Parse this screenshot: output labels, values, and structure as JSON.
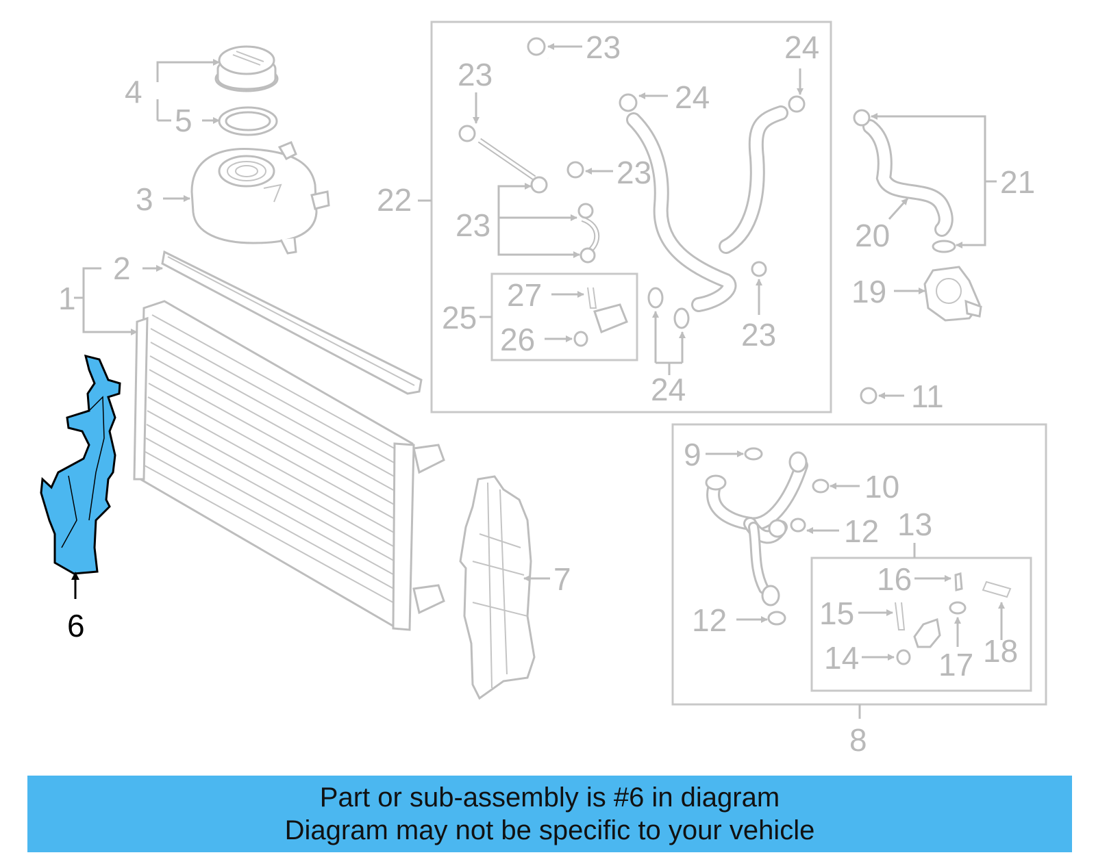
{
  "colors": {
    "highlight": "#4bb7f0",
    "line_gray": "#bdbdbd",
    "label_gray": "#b9b9b9"
  },
  "callouts": {
    "c1": "1",
    "c2": "2",
    "c3": "3",
    "c4": "4",
    "c5": "5",
    "c6": "6",
    "c7": "7",
    "c8": "8",
    "c9": "9",
    "c10": "10",
    "c11": "11",
    "c12a": "12",
    "c12b": "12",
    "c13": "13",
    "c14": "14",
    "c15": "15",
    "c16": "16",
    "c17": "17",
    "c18": "18",
    "c19": "19",
    "c20": "20",
    "c21": "21",
    "c22": "22",
    "c23a": "23",
    "c23b": "23",
    "c23c": "23",
    "c23d": "23",
    "c23e": "23",
    "c24a": "24",
    "c24b": "24",
    "c24c": "24",
    "c25": "25",
    "c26": "26",
    "c27": "27"
  },
  "highlighted_part": "6",
  "banner": {
    "line1": "Part or sub-assembly is #6 in diagram",
    "line2": "Diagram may not be specific to your vehicle"
  }
}
